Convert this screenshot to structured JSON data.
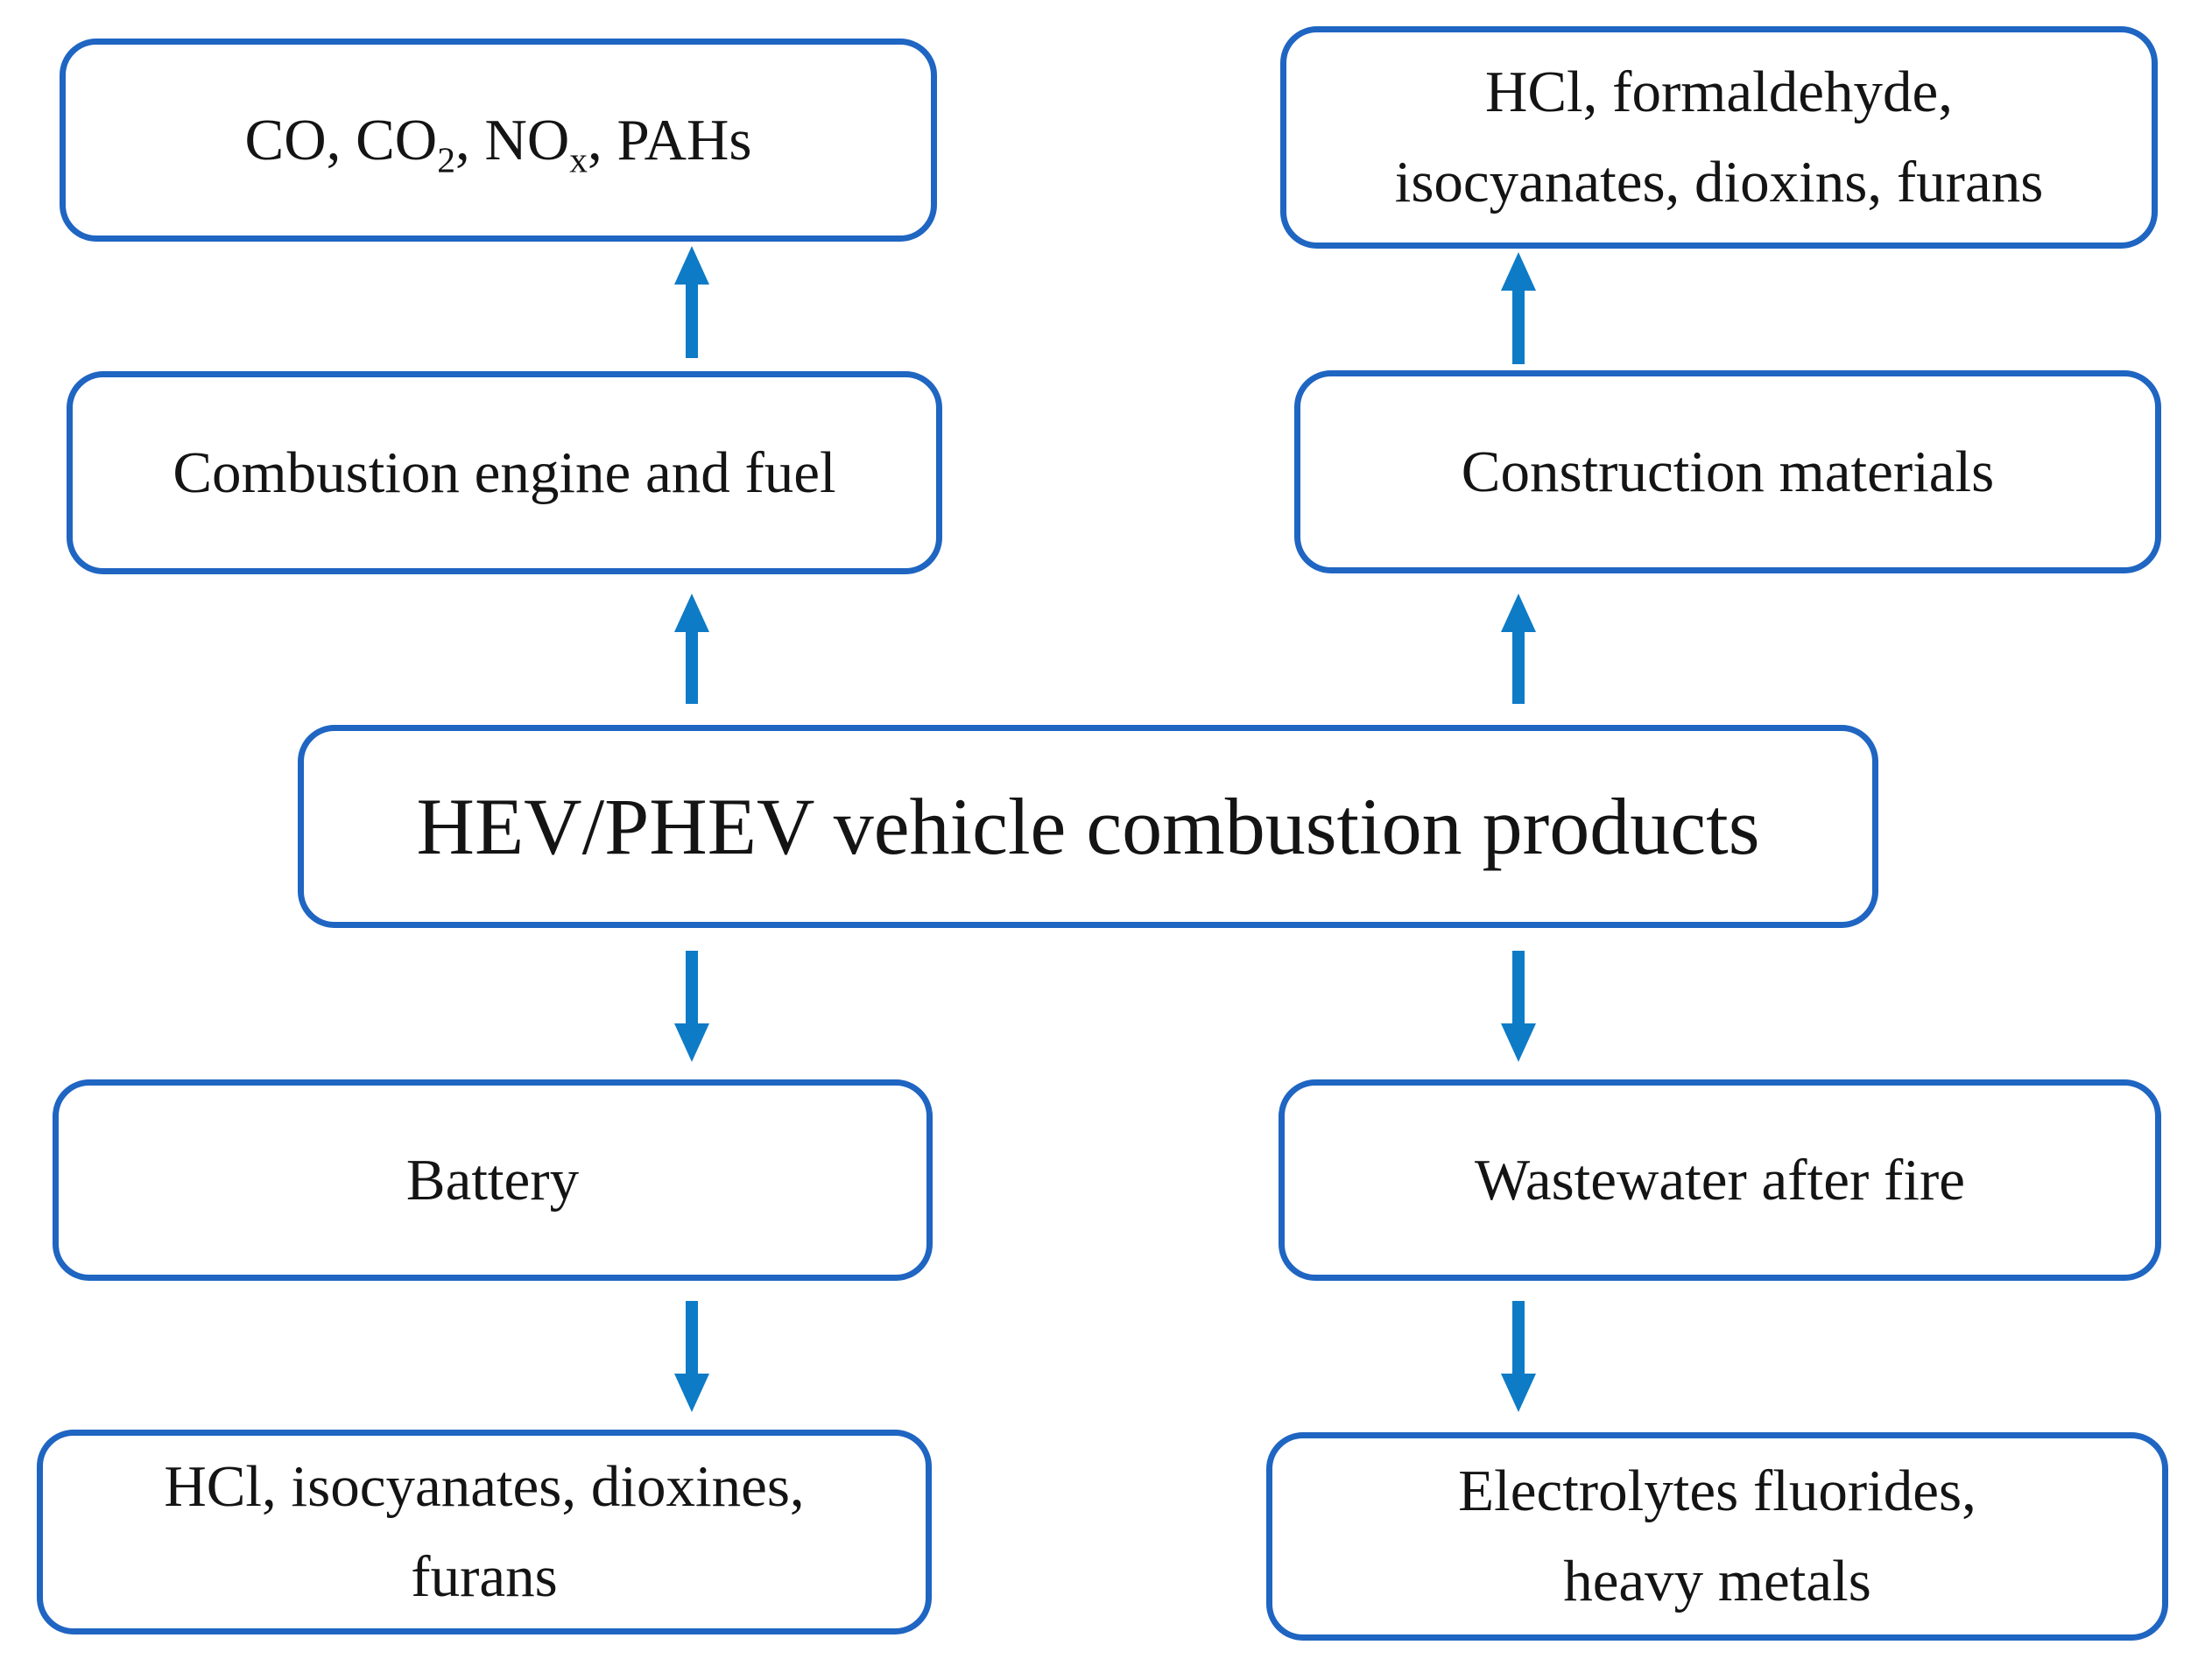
{
  "colors": {
    "box_border": "#1f65c2",
    "arrow": "#0e7bc6",
    "text": "#141414",
    "background": "#ffffff"
  },
  "boxes": {
    "top_left": {
      "segments": [
        "CO, CO",
        "2",
        ", NO",
        "x",
        ", PAHs"
      ]
    },
    "top_right": {
      "lines": [
        "HCl, formaldehyde,",
        "isocyanates, dioxins, furans"
      ]
    },
    "mid_left": {
      "label": "Combustion engine and fuel"
    },
    "mid_right": {
      "label": "Construction materials"
    },
    "center": {
      "label": "HEV/PHEV vehicle combustion products"
    },
    "lower_left": {
      "label": "Battery"
    },
    "lower_right": {
      "label": "Wastewater after fire"
    },
    "bottom_left": {
      "lines": [
        "HCl, isocyanates, dioxines,",
        "furans"
      ]
    },
    "bottom_right": {
      "lines": [
        "Electrolytes fluorides,",
        "heavy metals"
      ]
    }
  },
  "edges": [
    {
      "from": "Combustion engine and fuel",
      "to": "CO, CO2, NOx, PAHs",
      "direction": "up"
    },
    {
      "from": "Construction materials",
      "to": "HCl, formaldehyde, isocyanates, dioxins, furans",
      "direction": "up"
    },
    {
      "from": "HEV/PHEV vehicle combustion products",
      "to": "Combustion engine and fuel",
      "direction": "up"
    },
    {
      "from": "HEV/PHEV vehicle combustion products",
      "to": "Construction materials",
      "direction": "up"
    },
    {
      "from": "HEV/PHEV vehicle combustion products",
      "to": "Battery",
      "direction": "down"
    },
    {
      "from": "HEV/PHEV vehicle combustion products",
      "to": "Wastewater after fire",
      "direction": "down"
    },
    {
      "from": "Battery",
      "to": "HCl, isocyanates, dioxines, furans",
      "direction": "down"
    },
    {
      "from": "Wastewater after fire",
      "to": "Electrolytes fluorides, heavy metals",
      "direction": "down"
    }
  ]
}
